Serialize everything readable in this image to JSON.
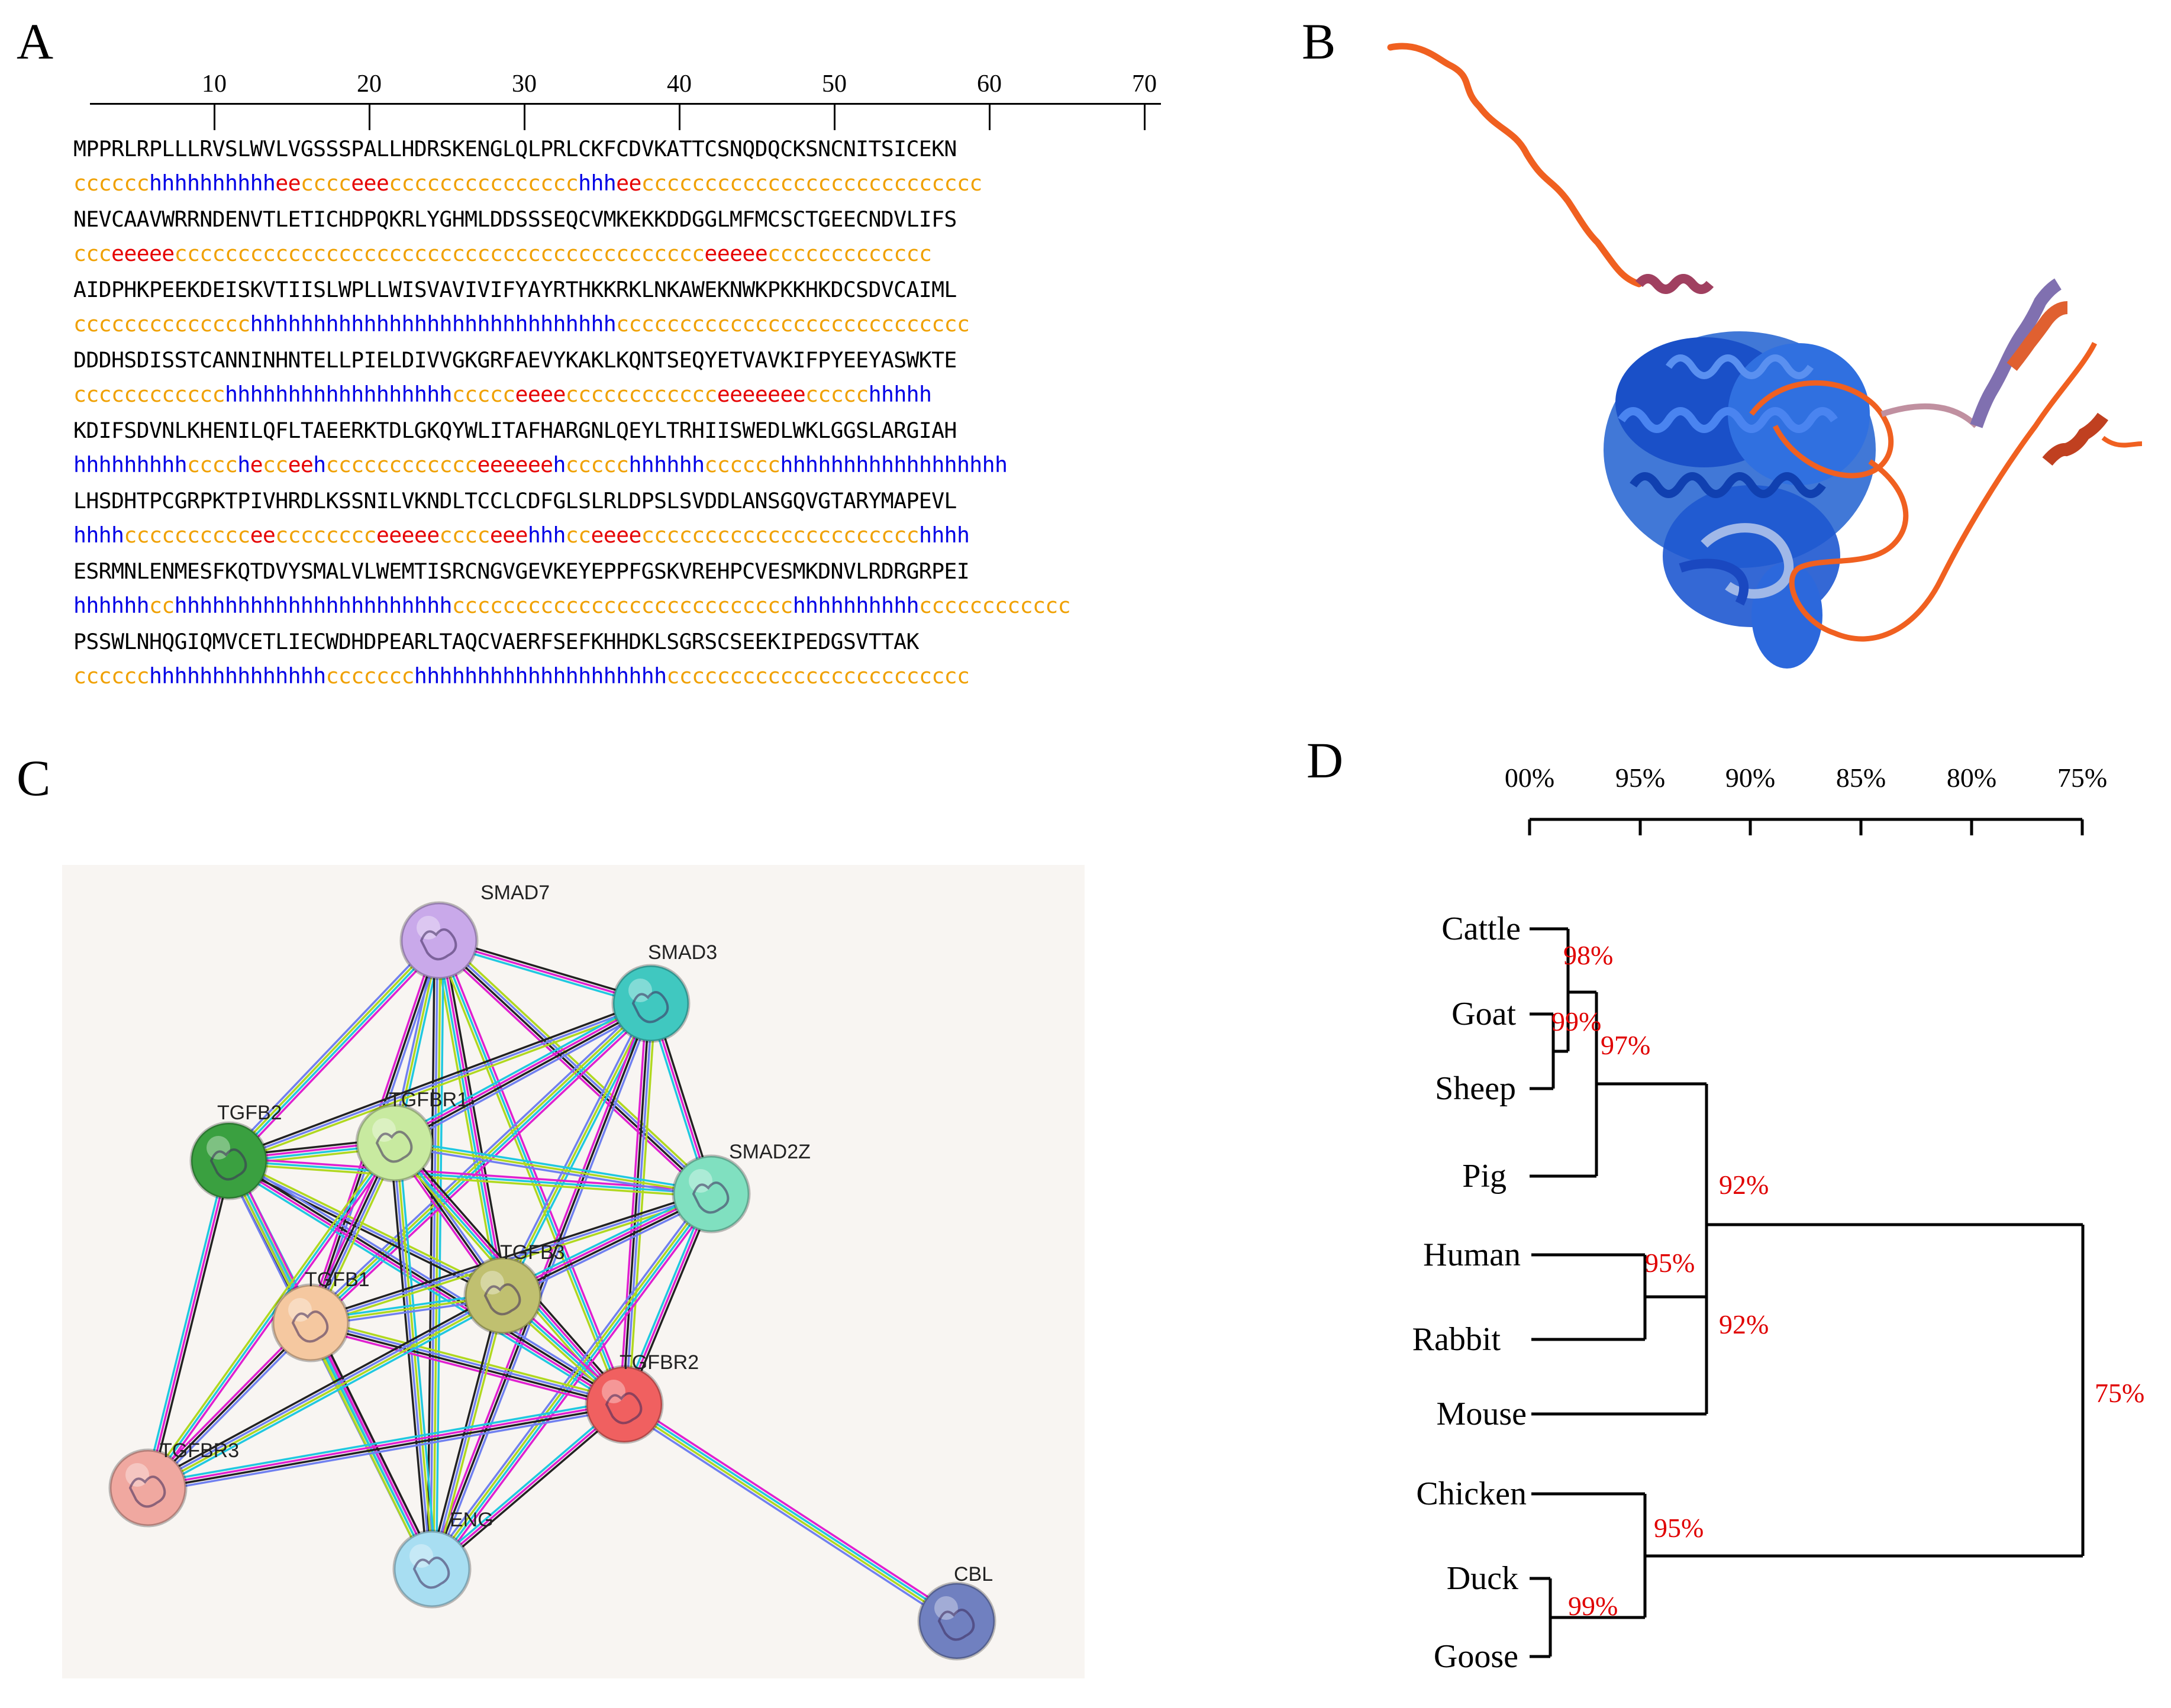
{
  "panels": {
    "a": "A",
    "b": "B",
    "c": "C",
    "d": "D"
  },
  "panelA": {
    "ruler_ticks": [
      "10",
      "20",
      "30",
      "40",
      "50",
      "60",
      "70"
    ],
    "rows": [
      {
        "seq": "MPPRLRPLLLRVSLWVLVGSSSPALLHDRSKENGLQLPRLCKFCDVKATTCSNQDQCKSNCNITSICEKN",
        "ss": "cccccchhhhhhhhhheecccceeeccccccccccccccchhheeccccccccccccccccccccccccccc"
      },
      {
        "seq": "NEVCAAVWRRNDENVTLETICHDPQKRLYGHMLDDSSSEQCVMKEKKDDGGLMFMCSCTGEECNDVLIFS",
        "ss": "ccceeeeecccccccccccccccccccccccccccccccccccccccccceeeeeccccccccccccc"
      },
      {
        "seq": "AIDPHKPEEKDEISKVTIISLWPLLWISVAVIVIFYAYRTHKKRKLNKAWEKNWKPKKHKDCSDVCAIML",
        "ss": "cccccccccccccchhhhhhhhhhhhhhhhhhhhhhhhhhhhhcccccccccccccccccccccccccccc"
      },
      {
        "seq": "DDDHSDISSTCANNINHNTELLPIELDIVVGKGRFAEVYKAKLKQNTSEQYETVAVKIFPYEEYASWKTE",
        "ss": "cccccccccccchhhhhhhhhhhhhhhhhhccccceeeecccccccccccceeeeeeeccccchhhhh"
      },
      {
        "seq": "KDIFSDVNLKHENILQFLTAEERKTDLGKQYWLITAFHARGNLQEYLTRHIISWEDLWKLGGSLARGIAH",
        "ss": "hhhhhhhhhcccchecceehcccccccccccceeeeeehccccchhhhhhcccccchhhhhhhhhhhhhhhhhh"
      },
      {
        "seq": "LHSDHTPCGRPKTPIVHRDLKSSNILVKNDLTCCLCDFGLSLRLDPSLSVDDLANSGQVGTARYMAPEVL",
        "ss": "hhhhcccccccccceecccccccceeeeecccceeehhhcceeeecccccccccccccccccccccchhhh"
      },
      {
        "seq": "ESRMNLENMESFKQTDVYSMALVLWEMTISRCNGVGEVKEYEPPFGSKVREHPCVESMKDNVLRDRGRPEI",
        "ss": "hhhhhhcchhhhhhhhhhhhhhhhhhhhhhccccccccccccccccccccccccccchhhhhhhhhhcccccccccccc"
      },
      {
        "seq": "PSSWLNHQGIQMVCETLIECWDHDPEARLTAQCVAERFSEFKHHDKLSGRSCSEEKIPEDGSVTTAK",
        "ss": "cccccchhhhhhhhhhhhhhccccccchhhhhhhhhhhhhhhhhhhhcccccccccccccccccccccccc"
      }
    ]
  },
  "panelC": {
    "nodes": [
      {
        "id": "SMAD7",
        "label": "SMAD7",
        "color": "#c9a9ea"
      },
      {
        "id": "SMAD3",
        "label": "SMAD3",
        "color": "#40c8c0"
      },
      {
        "id": "TGFB2",
        "label": "TGFB2",
        "color": "#3aa040"
      },
      {
        "id": "TGFBR1",
        "label": "TGFBR1",
        "color": "#c8eaa0"
      },
      {
        "id": "SMAD2Z",
        "label": "SMAD2Z",
        "color": "#80e0c0"
      },
      {
        "id": "TGFB1",
        "label": "TGFB1",
        "color": "#f5c8a0"
      },
      {
        "id": "TGFB3",
        "label": "TGFB3",
        "color": "#c0c070"
      },
      {
        "id": "TGFBR2",
        "label": "TGFBR2",
        "color": "#f06060"
      },
      {
        "id": "TGFBR3",
        "label": "TGFBR3",
        "color": "#f0a8a0"
      },
      {
        "id": "ENG",
        "label": "ENG",
        "color": "#a8def2"
      },
      {
        "id": "CBL",
        "label": "CBL",
        "color": "#7080c0"
      }
    ],
    "edge_colors": [
      "#222222",
      "#e020d0",
      "#20c8e0",
      "#b0d820",
      "#7080f0"
    ]
  },
  "panelD": {
    "scale_labels": [
      "00%",
      "95%",
      "90%",
      "85%",
      "80%",
      "75%"
    ],
    "taxa": [
      "Cattle",
      "Goat",
      "Sheep",
      "Pig",
      "Human",
      "Rabbit",
      "Mouse",
      "Chicken",
      "Duck",
      "Goose"
    ],
    "bootstrap": {
      "cattle_goat_sheep": "98%",
      "goat_sheep": "99%",
      "ruminant_pig": "97%",
      "mammals_top": "92%",
      "human_rabbit": "95%",
      "human_rabbit_mouse": "92%",
      "root": "75%",
      "birds": "95%",
      "duck_goose": "99%"
    }
  }
}
